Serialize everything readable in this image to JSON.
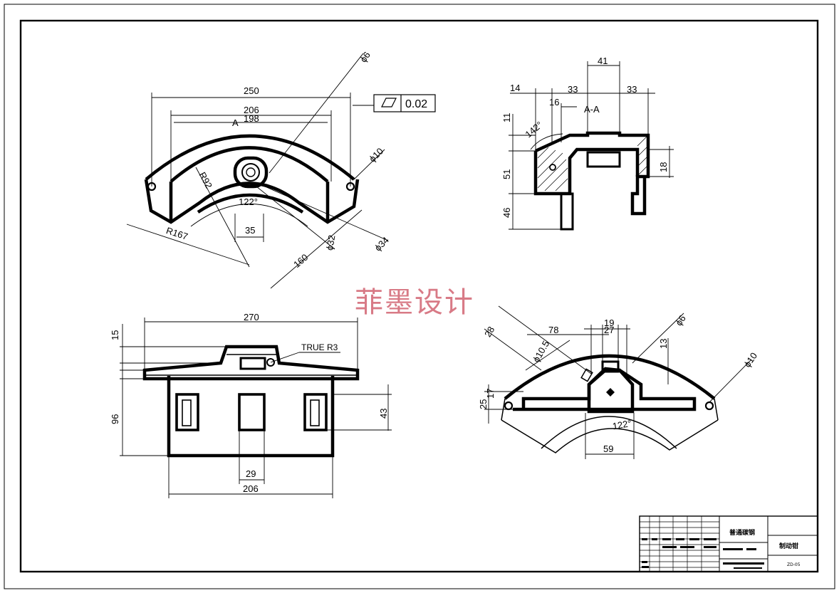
{
  "views": {
    "top": {
      "dims": [
        "250",
        "206",
        "198",
        "A",
        "R92",
        "R167",
        "122°",
        "35",
        "160",
        "ϕ32",
        "ϕ34",
        "ϕ10",
        "ϕ6"
      ],
      "tolerance": {
        "symbol": "flatness-icon",
        "value": "0.02"
      }
    },
    "section": {
      "label": "A-A",
      "dims": [
        "41",
        "14",
        "16",
        "33",
        "33",
        "11",
        "142°",
        "51",
        "46",
        "18"
      ]
    },
    "front": {
      "dims": [
        "270",
        "15",
        "96",
        "43",
        "29",
        "206"
      ],
      "note": "TRUE R3"
    },
    "iso": {
      "dims": [
        "28",
        "78",
        "ϕ10.5",
        "19",
        "27",
        "ϕ6",
        "13",
        "ϕ10",
        "25",
        "17",
        "122°",
        "59"
      ]
    }
  },
  "watermark": "菲墨设计",
  "title_block": {
    "material": "普通碳钢",
    "part_name": "制动钳",
    "drawing_no": "ZD-05"
  },
  "colors": {
    "line": "#000000",
    "watermark": "#d87a86",
    "background": "#ffffff"
  }
}
